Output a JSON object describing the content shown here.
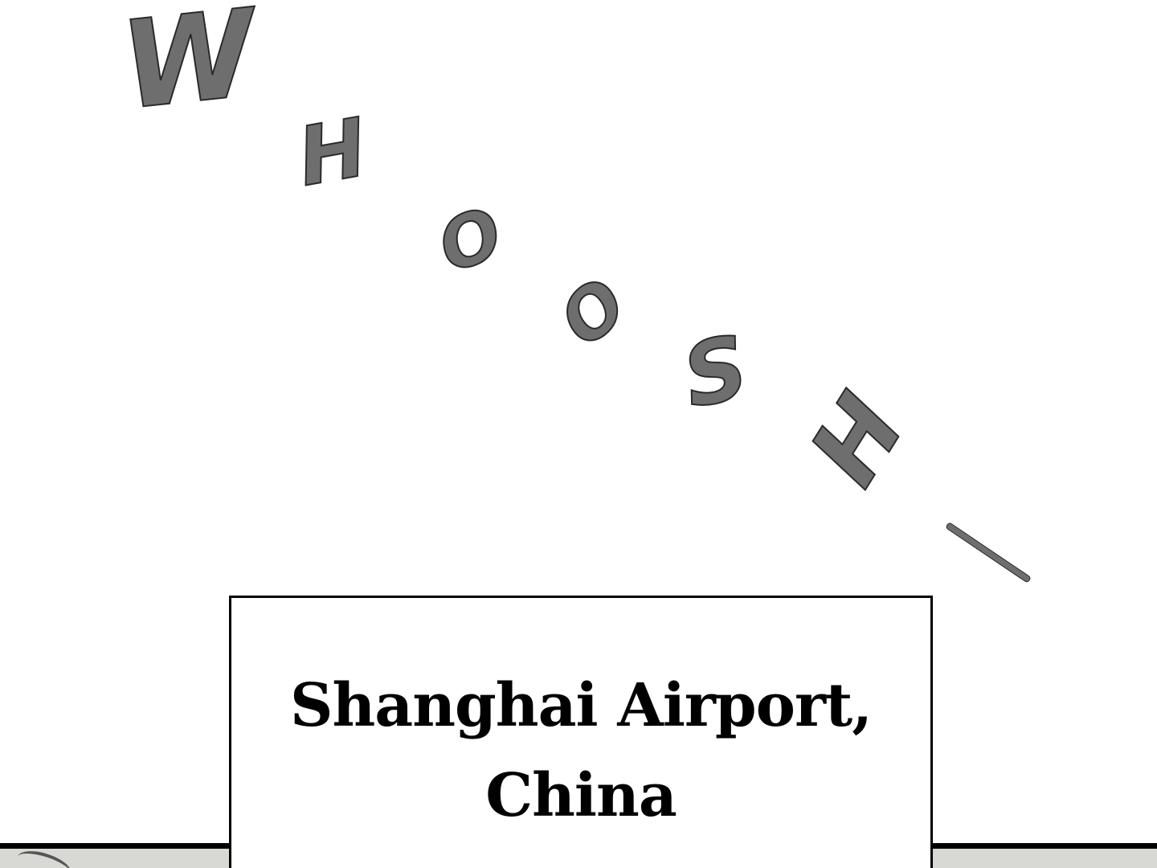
{
  "sound_effect": {
    "letters": [
      "W",
      "H",
      "O",
      "O",
      "S",
      "H"
    ],
    "fill_color": "#6e6e6e",
    "outline_color": "#2a2a2a"
  },
  "caption": {
    "line1": "Shanghai Airport,",
    "line2": "China"
  },
  "colors": {
    "background": "#ffffff",
    "border": "#000000"
  }
}
